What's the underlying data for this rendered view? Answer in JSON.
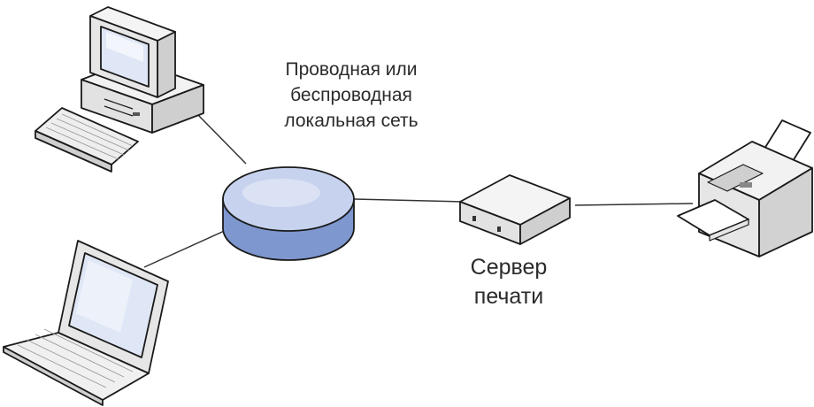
{
  "labels": {
    "network": [
      "Проводная или",
      "беспроводная",
      "локальная сеть"
    ],
    "server": [
      "Сервер",
      "печати"
    ]
  },
  "icons": {
    "desktop": "desktop-computer-icon",
    "laptop": "laptop-icon",
    "hub": "network-hub-icon",
    "server": "print-server-icon",
    "printer": "printer-icon"
  },
  "colors": {
    "hub_top": "#c7d3ee",
    "hub_side": "#7e97cf",
    "outline": "#1a1a1a",
    "device_gray": "#e6e6e6",
    "screen": "#dfe7f6"
  }
}
